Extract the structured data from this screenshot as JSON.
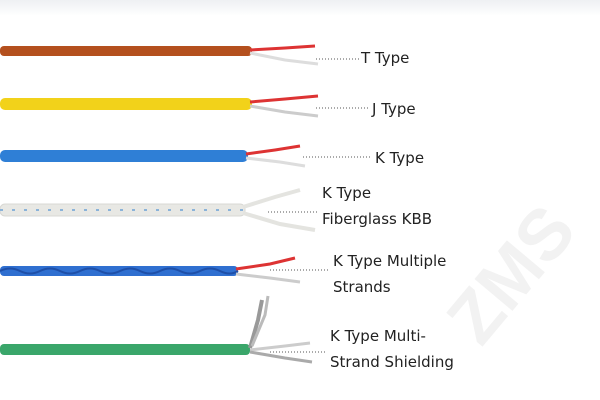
{
  "labels": [
    {
      "lines": [
        "T Type"
      ]
    },
    {
      "lines": [
        "J Type"
      ]
    },
    {
      "lines": [
        "K Type"
      ]
    },
    {
      "lines": [
        "K Type",
        "Fiberglass KBB"
      ]
    },
    {
      "lines": [
        "K Type Multiple",
        "Strands"
      ]
    },
    {
      "lines": [
        "K Type Multi-",
        "Strand Shielding"
      ]
    }
  ],
  "wire_colors": {
    "t_type": "#b4501e",
    "j_type": "#f2d21a",
    "k_type": "#2f7fd6",
    "fiberglass": "#e8e8e4",
    "multiple_strands": "#2f6fd0",
    "shielding": "#3aa66a"
  },
  "watermark": "ZMS"
}
